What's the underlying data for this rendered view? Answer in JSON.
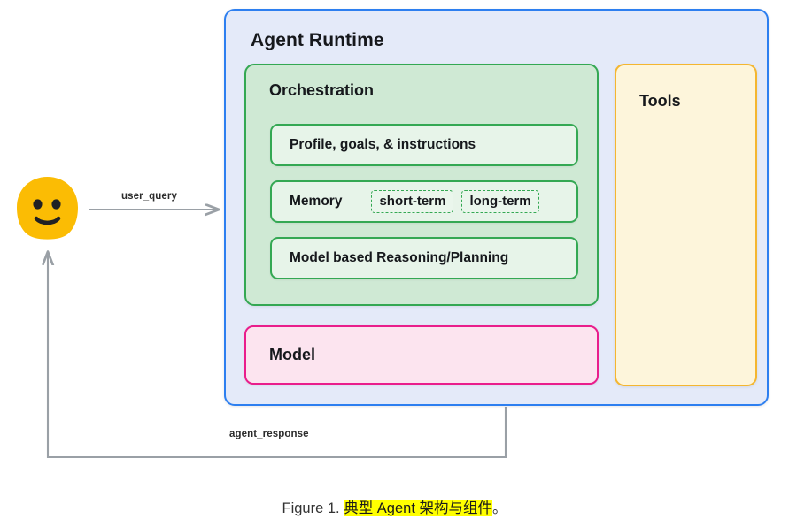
{
  "diagram": {
    "runtime": {
      "title": "Agent Runtime",
      "border_color": "#2d7ff0",
      "fill_color": "#e4eaf9"
    },
    "orchestration": {
      "title": "Orchestration",
      "border_color": "#34a853",
      "fill_color": "#cfe9d4",
      "rows": [
        {
          "label": "Profile, goals, & instructions",
          "chips": []
        },
        {
          "label": "Memory",
          "chips": [
            "short-term",
            "long-term"
          ]
        },
        {
          "label": "Model based Reasoning/Planning",
          "chips": []
        }
      ]
    },
    "model": {
      "title": "Model",
      "border_color": "#e91e8c",
      "fill_color": "#fce4ef"
    },
    "tools": {
      "title": "Tools",
      "border_color": "#f4b630",
      "fill_color": "#fdf5db"
    },
    "actor": {
      "icon": "smiling-face-emoji",
      "color": "#fbbc04"
    },
    "edges": [
      {
        "label": "user_query",
        "direction": "actor-to-runtime",
        "color": "#9aa0a6"
      },
      {
        "label": "agent_response",
        "direction": "runtime-to-actor",
        "color": "#9aa0a6"
      }
    ]
  },
  "caption": {
    "prefix": "Figure 1. ",
    "highlighted": "典型 Agent 架构与组件",
    "suffix": "。",
    "highlight_color": "#ffff00"
  }
}
